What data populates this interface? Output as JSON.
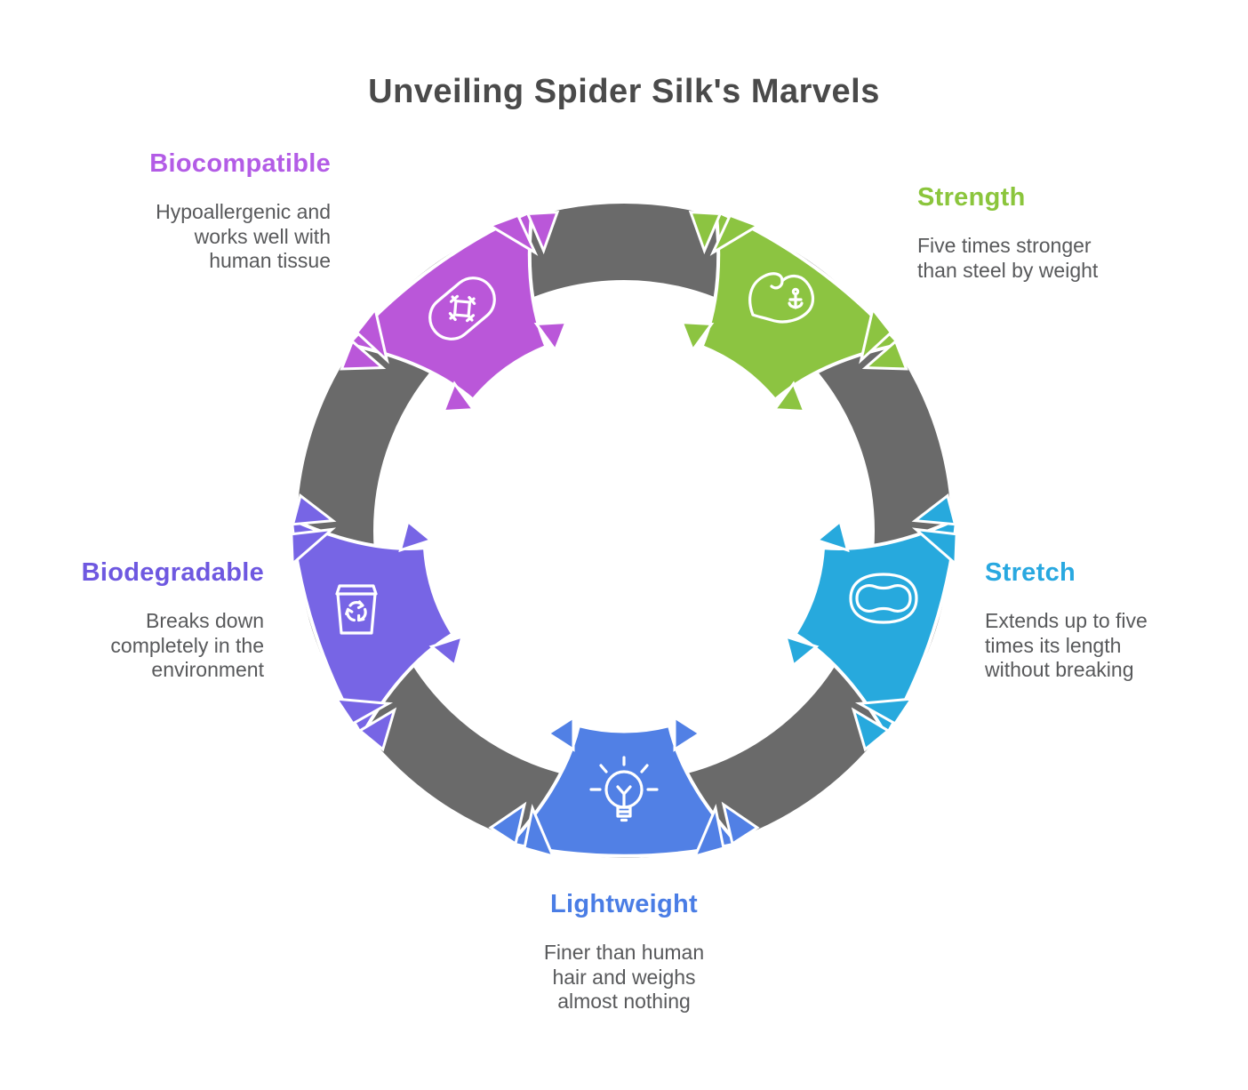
{
  "title": "Unveiling Spider Silk's Marvels",
  "colors": {
    "background": "#ffffff",
    "ring": "#6a6a6a",
    "title_text": "#4a4a4a",
    "body_text": "#58595b",
    "icon_stroke": "#ffffff"
  },
  "segments": [
    {
      "id": "biocompatible",
      "label": "Biocompatible",
      "color": "#ba57d9",
      "heading_color": "#b35ce6",
      "icon": "bandage-icon",
      "lines": [
        "Hypoallergenic and",
        "works well with",
        "human tissue"
      ]
    },
    {
      "id": "strength",
      "label": "Strength",
      "color": "#8cc441",
      "heading_color": "#8bc53c",
      "icon": "muscle-arm-icon",
      "lines": [
        "Five times stronger",
        "than steel by weight"
      ]
    },
    {
      "id": "stretch",
      "label": "Stretch",
      "color": "#27a9dd",
      "heading_color": "#29a8e0",
      "icon": "stretch-blob-icon",
      "lines": [
        "Extends up to five",
        "times its length",
        "without breaking"
      ]
    },
    {
      "id": "lightweight",
      "label": "Lightweight",
      "color": "#5180e5",
      "heading_color": "#4a7de5",
      "icon": "lightbulb-icon",
      "lines": [
        "Finer than human",
        "hair and weighs",
        "almost nothing"
      ]
    },
    {
      "id": "biodegradable",
      "label": "Biodegradable",
      "color": "#7765e5",
      "heading_color": "#6e58e0",
      "icon": "recycle-bin-icon",
      "lines": [
        "Breaks down",
        "completely in the",
        "environment"
      ]
    }
  ]
}
